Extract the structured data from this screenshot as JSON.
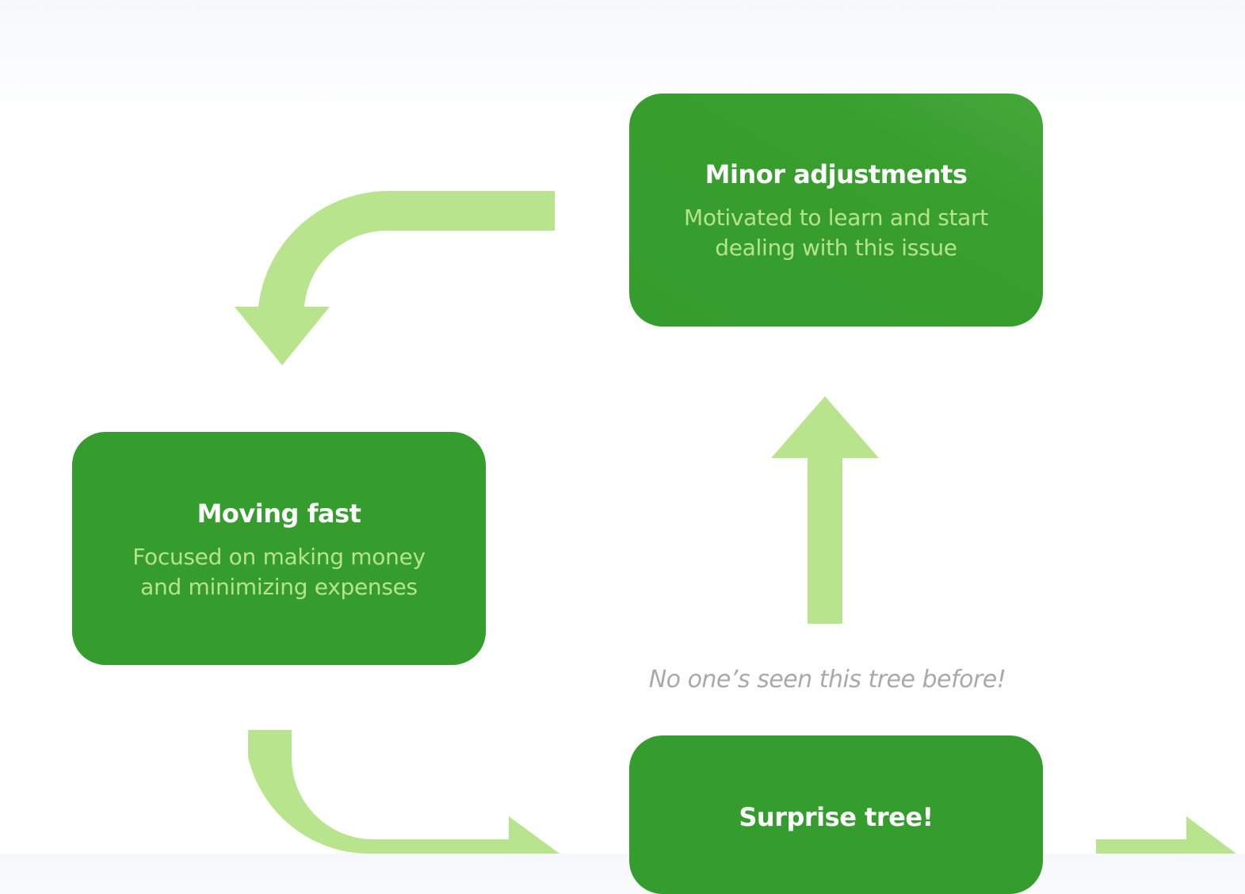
{
  "diagram": {
    "colors": {
      "card_fill": "#359d2d",
      "card_title": "#ffffff",
      "card_desc": "#b6e38d",
      "arrow": "#b8e48e",
      "annotation": "#a9a9a9"
    },
    "nodes": [
      {
        "id": "minor-adjustments",
        "title": "Minor adjustments",
        "desc_line1": "Motivated to learn and start",
        "desc_line2": "dealing with this issue"
      },
      {
        "id": "moving-fast",
        "title": "Moving fast",
        "desc_line1": "Focused on making money",
        "desc_line2": "and minimizing expenses"
      },
      {
        "id": "surprise-tree",
        "title": "Surprise tree!"
      }
    ],
    "annotation": "No one’s seen this tree before!",
    "edges": [
      {
        "from": "minor-adjustments",
        "to": "moving-fast"
      },
      {
        "from": "moving-fast",
        "to": "surprise-tree"
      },
      {
        "from": "surprise-tree",
        "to": "minor-adjustments"
      }
    ]
  }
}
